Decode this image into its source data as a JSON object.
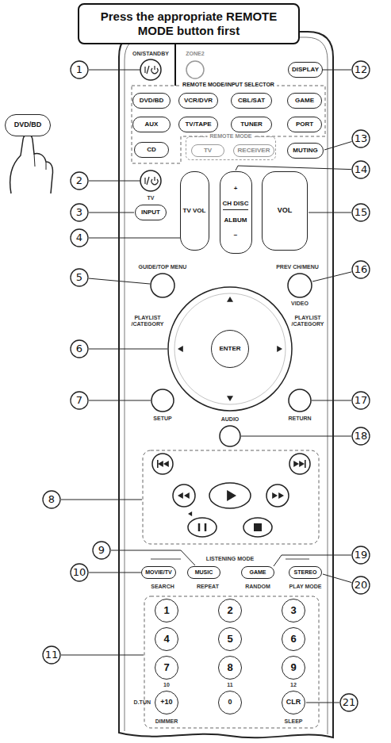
{
  "diagram": {
    "nodes": [
      {
        "text": [
          "Press the appropriate REMOTE MODE button first"
        ]
      },
      {
        "text": [
          "DVD/BD"
        ]
      },
      {
        "text": [
          "DISPLAY"
        ]
      },
      {
        "text": [
          "REMOTE MODE/INPUT SELECTOR"
        ]
      },
      {
        "text": [
          "DVD/BD"
        ],
        "in": 3
      },
      {
        "text": [
          "VCR/DVR"
        ],
        "in": 3
      },
      {
        "text": [
          "CBL/SAT"
        ],
        "in": 3
      },
      {
        "text": [
          "GAME"
        ],
        "in": 3
      },
      {
        "text": [
          "AUX"
        ],
        "in": 3
      },
      {
        "text": [
          "TV/TAPE"
        ],
        "in": 3
      },
      {
        "text": [
          "TUNER"
        ],
        "in": 3
      },
      {
        "text": [
          "PORT"
        ],
        "in": 3
      },
      {
        "text": [
          "CD"
        ],
        "in": 3
      },
      {
        "text": [
          "REMOTE MODE"
        ]
      },
      {
        "text": [
          "TV"
        ],
        "in": 13
      },
      {
        "text": [
          "RECEIVER"
        ],
        "in": 13
      },
      {
        "text": [
          "MUTING"
        ]
      },
      {
        "text": [
          "INPUT"
        ]
      },
      {
        "text": [
          "TV VOL"
        ]
      },
      {
        "text": [
          "+",
          "CH DISC",
          "ALBUM",
          "−"
        ]
      },
      {
        "text": [
          "VOL"
        ]
      },
      {
        "text": [
          "ENTER"
        ]
      },
      {
        "text": [
          "MOVIE/TV"
        ]
      },
      {
        "text": [
          "MUSIC"
        ]
      },
      {
        "text": [
          "GAME"
        ]
      },
      {
        "text": [
          "STEREO"
        ]
      },
      {
        "text": [
          "1"
        ]
      },
      {
        "text": [
          "2"
        ]
      },
      {
        "text": [
          "3"
        ]
      },
      {
        "text": [
          "4"
        ]
      },
      {
        "text": [
          "5"
        ]
      },
      {
        "text": [
          "6"
        ]
      },
      {
        "text": [
          "7"
        ]
      },
      {
        "text": [
          "8"
        ]
      },
      {
        "text": [
          "9"
        ]
      },
      {
        "text": [
          "+10"
        ]
      },
      {
        "text": [
          "0"
        ]
      },
      {
        "text": [
          "CLR"
        ]
      }
    ],
    "edges": [
      {
        "from": 0,
        "to": 3,
        "arrow": "none"
      }
    ],
    "labels": [
      "ON/STANDBY",
      "ZONE2",
      "TV",
      "GUIDE/TOP MENU",
      "PREV CH/MENU",
      "VIDEO",
      "PLAYLIST /CATEGORY",
      "PLAYLIST /CATEGORY",
      "SETUP",
      "RETURN",
      "AUDIO",
      "LISTENING MODE",
      "SEARCH",
      "REPEAT",
      "RANDOM",
      "PLAY MODE",
      "10",
      "11",
      "12",
      "D.TUN",
      "DIMMER",
      "SLEEP",
      "1",
      "2",
      "3",
      "4",
      "5",
      "6",
      "7",
      "8",
      "9",
      "10",
      "11",
      "12",
      "13",
      "14",
      "15",
      "16",
      "17",
      "18",
      "19",
      "20",
      "21"
    ]
  }
}
